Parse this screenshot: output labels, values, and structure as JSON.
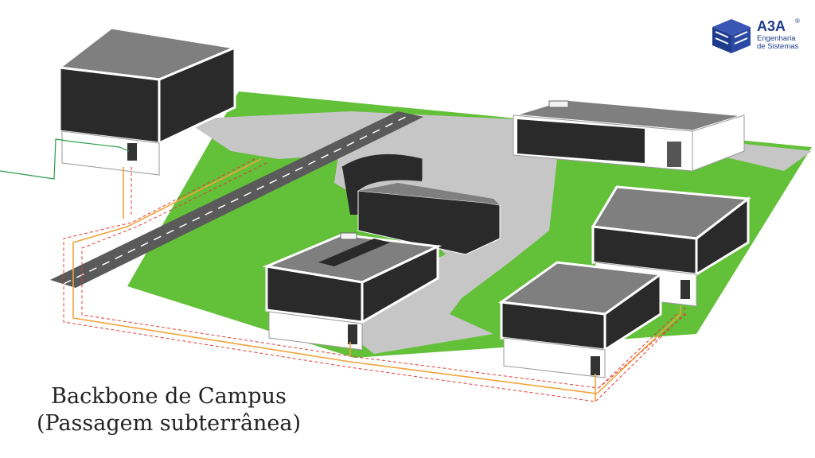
{
  "caption": {
    "line1": "Backbone de Campus",
    "line2": "(Passagem subterrânea)"
  },
  "logo": {
    "name": "A3A",
    "registered": "®",
    "sub1": "Engenharia",
    "sub2": "de Sistemas"
  },
  "colors": {
    "grass": "#63c039",
    "path": "#c6c6c6",
    "road": "#5a5a5a",
    "roof": "#7f7f7f",
    "glass": "#2a2a2a",
    "cable_dashed": "#e53935",
    "cable_solid": "#f2a33a",
    "logo": "#1f3c8c"
  }
}
